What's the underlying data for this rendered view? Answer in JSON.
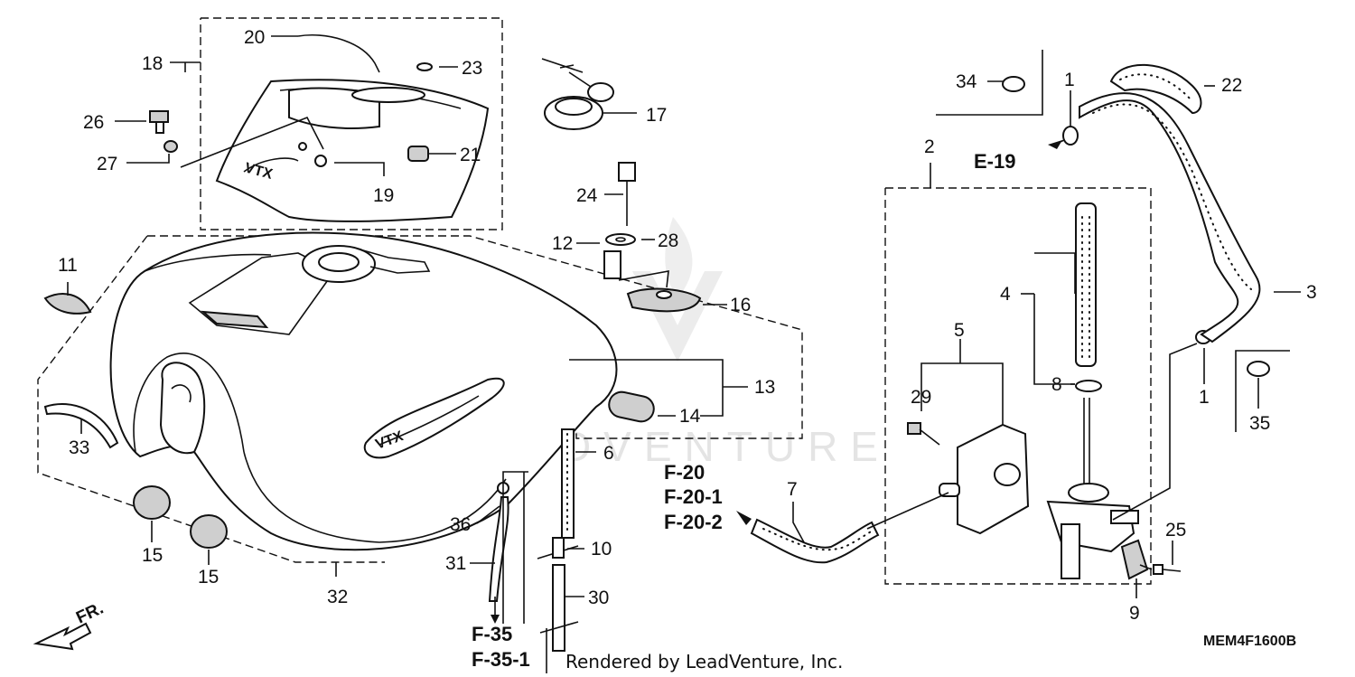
{
  "diagram": {
    "code": "MEM4F1600B",
    "credit": "Rendered by LeadVenture, Inc.",
    "watermark": "LEADVENTURE",
    "direction_label": "FR.",
    "tank_badge": "VTX",
    "part_numbers": {
      "p1a": "1",
      "p1b": "1",
      "p2": "2",
      "p3": "3",
      "p4": "4",
      "p5": "5",
      "p6": "6",
      "p7": "7",
      "p8": "8",
      "p9": "9",
      "p10": "10",
      "p11": "11",
      "p12": "12",
      "p13": "13",
      "p14": "14",
      "p15a": "15",
      "p15b": "15",
      "p16": "16",
      "p17": "17",
      "p18": "18",
      "p19": "19",
      "p20": "20",
      "p21": "21",
      "p22": "22",
      "p23": "23",
      "p24": "24",
      "p25": "25",
      "p26": "26",
      "p27": "27",
      "p28": "28",
      "p29": "29",
      "p30": "30",
      "p31": "31",
      "p32": "32",
      "p33": "33",
      "p34": "34",
      "p35": "35",
      "p36": "36"
    },
    "references": {
      "e19": "E-19",
      "f20": "F-20",
      "f20_1": "F-20-1",
      "f20_2": "F-20-2",
      "f35": "F-35",
      "f35_1": "F-35-1"
    }
  }
}
